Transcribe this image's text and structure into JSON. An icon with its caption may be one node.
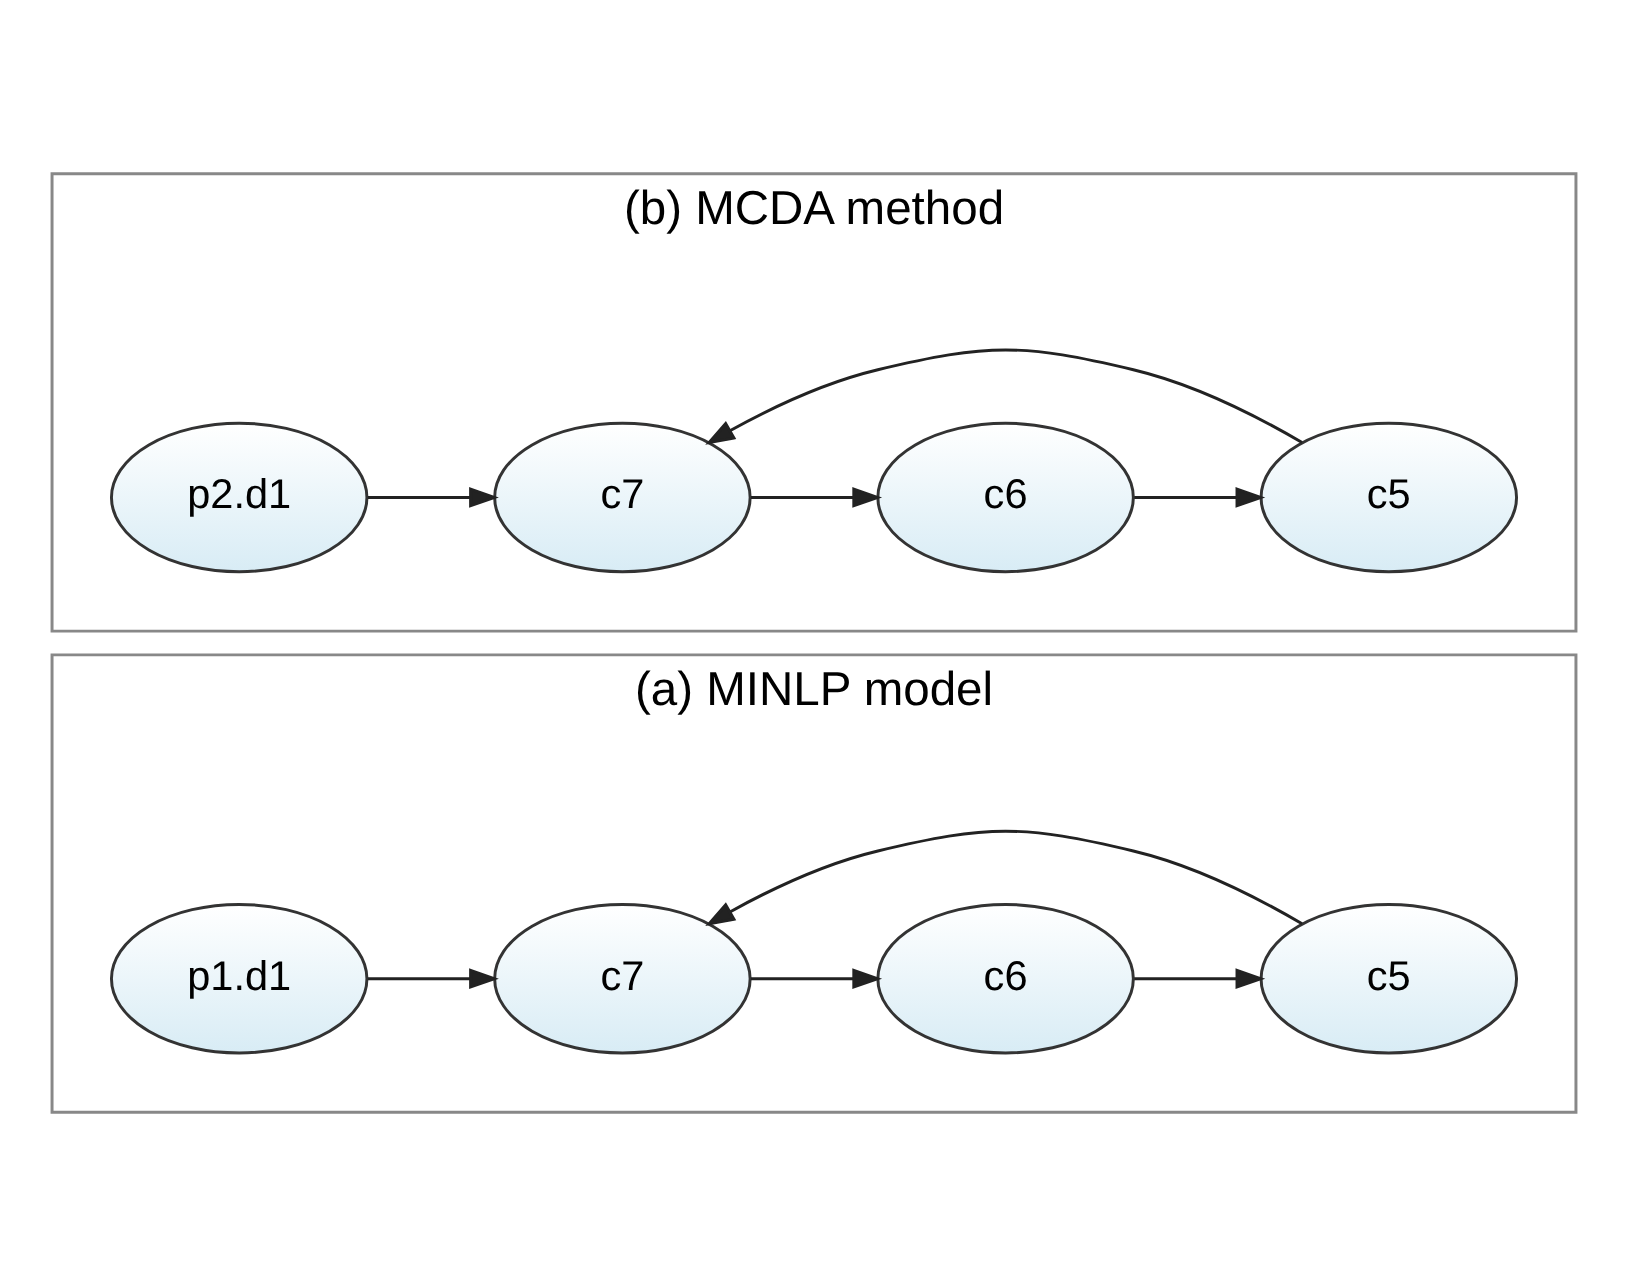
{
  "diagram": {
    "nodes": [
      {
        "text": [
          "(a) MINLP model"
        ]
      },
      {
        "text": [
          "p1.d1"
        ],
        "in": 0
      },
      {
        "text": [
          "c7"
        ],
        "in": 0
      },
      {
        "text": [
          "c6"
        ],
        "in": 0
      },
      {
        "text": [
          "c5"
        ],
        "in": 0
      },
      {
        "text": [
          "(b) MCDA method"
        ]
      },
      {
        "text": [
          "p2.d1"
        ],
        "in": 5
      },
      {
        "text": [
          "c7"
        ],
        "in": 5
      },
      {
        "text": [
          "c6"
        ],
        "in": 5
      },
      {
        "text": [
          "c5"
        ],
        "in": 5
      }
    ],
    "edges": [
      {
        "from": 1,
        "to": 2,
        "arrow": "to"
      },
      {
        "from": 2,
        "to": 3,
        "arrow": "to"
      },
      {
        "from": 3,
        "to": 4,
        "arrow": "to"
      },
      {
        "from": 4,
        "to": 2,
        "arrow": "to"
      },
      {
        "from": 6,
        "to": 7,
        "arrow": "to"
      },
      {
        "from": 7,
        "to": 8,
        "arrow": "to"
      },
      {
        "from": 8,
        "to": 9,
        "arrow": "to"
      },
      {
        "from": 9,
        "to": 7,
        "arrow": "to"
      }
    ]
  }
}
